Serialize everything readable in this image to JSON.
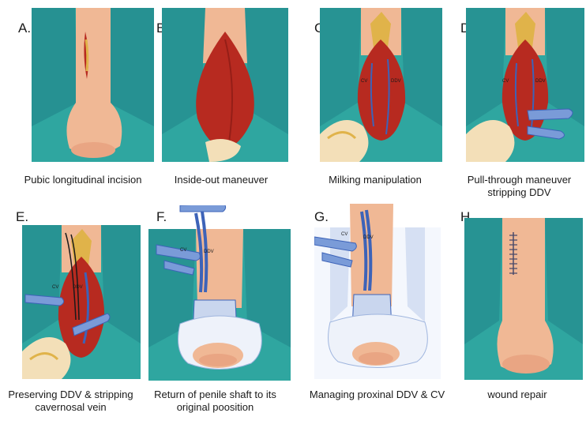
{
  "panels": [
    {
      "letter": "A.",
      "caption": [
        "Pubic longitudinal incision"
      ]
    },
    {
      "letter": "B.",
      "caption": [
        "Inside-out maneuver"
      ]
    },
    {
      "letter": "C.",
      "caption": [
        "Milking manipulation"
      ],
      "labels": [
        "CV",
        "DDV"
      ]
    },
    {
      "letter": "D.",
      "caption": [
        "Pull-through maneuver",
        "stripping DDV"
      ],
      "labels": [
        "CV",
        "DDV"
      ]
    },
    {
      "letter": "E.",
      "caption": [
        "Preserving DDV & stripping",
        "cavernosal vein"
      ],
      "labels": [
        "CV",
        "DDV"
      ]
    },
    {
      "letter": "F.",
      "caption": [
        "Return of penile shaft to its",
        "original poosition"
      ],
      "labels": [
        "CV",
        "DDV"
      ]
    },
    {
      "letter": "G.",
      "caption": [
        "Managing proxinal DDV & CV"
      ],
      "labels": [
        "CV",
        "DDV"
      ]
    },
    {
      "letter": "H.",
      "caption": [
        "wound repair"
      ]
    }
  ],
  "colors": {
    "drape": "#2fa6a0",
    "drape_dark": "#1f7f86",
    "skin": "#f0b895",
    "skin_dark": "#d98d6e",
    "tissue": "#b72a20",
    "tissue_dark": "#7e1712",
    "fat": "#e0b34a",
    "vessel": "#3d63b8",
    "glove": "#f3dfb8",
    "gauze": "#eef2fa"
  },
  "icons": [
    "surgical-drape",
    "retractor-instrument",
    "gauze-dressing",
    "suture-line"
  ]
}
